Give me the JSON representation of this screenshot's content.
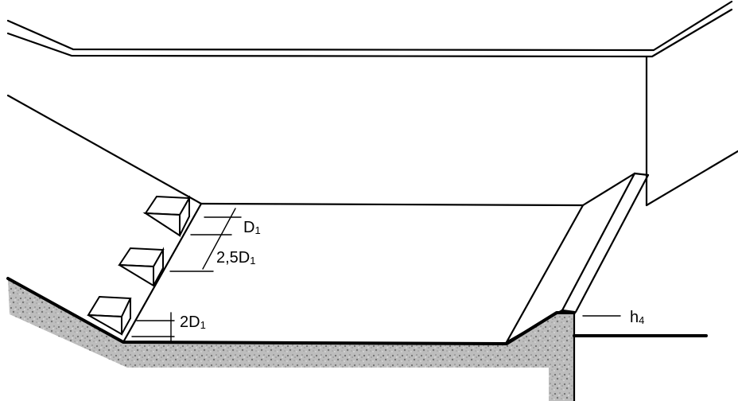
{
  "labels": {
    "d1": {
      "base": "D",
      "sub": "1"
    },
    "spacing": {
      "base": "2,5D",
      "sub": "1"
    },
    "height": {
      "base": "2D",
      "sub": "1"
    },
    "h4": {
      "base": "h",
      "sub": "4"
    }
  },
  "colors": {
    "line": "#000000",
    "ground": "#b9b9b9",
    "background": "#ffffff"
  }
}
